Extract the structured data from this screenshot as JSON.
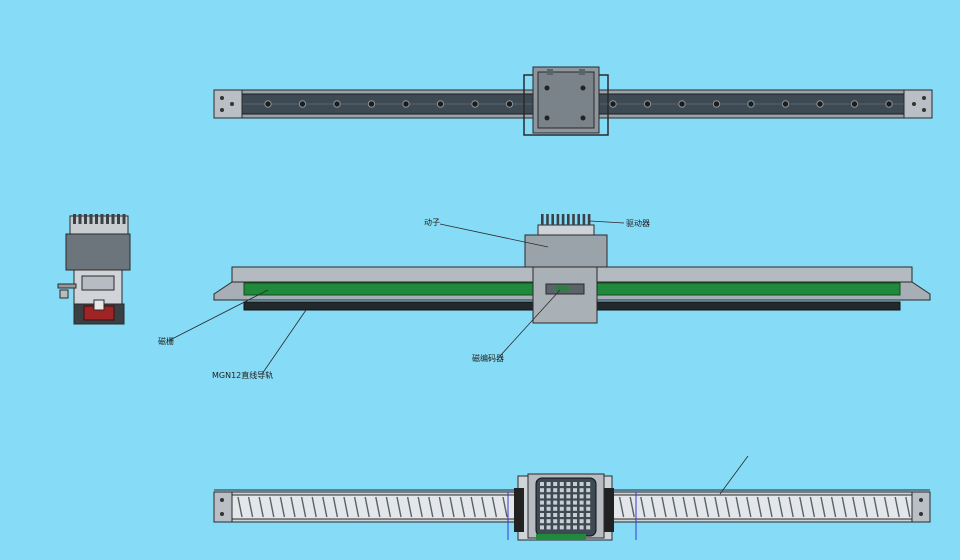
{
  "colors": {
    "background": "#86dbf6",
    "rail_dark": "#3d4a53",
    "housing_grey": "#a7aeb5",
    "magnet_green": "#1f8a3b",
    "coil_red": "#a02424",
    "line": "#2a2a2a"
  },
  "labels": {
    "mover": "动子",
    "driver": "驱动器",
    "magnet": "磁栅",
    "guide_rail": "MGN12直线导轨",
    "magnetic_material": "磁编码器"
  }
}
